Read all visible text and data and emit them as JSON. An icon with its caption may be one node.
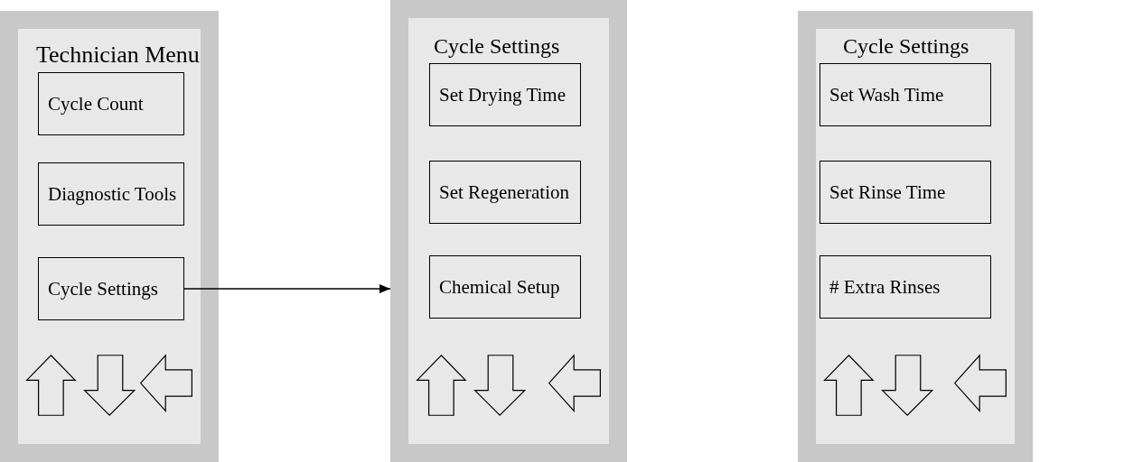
{
  "diagram": {
    "nodes": [
      {
        "text": [
          "Technician Menu"
        ]
      },
      {
        "text": [
          "Cycle Count"
        ],
        "in": 0
      },
      {
        "text": [
          "Diagnostic Tools"
        ],
        "in": 0
      },
      {
        "text": [
          "Cycle Settings"
        ],
        "in": 0
      },
      {
        "text": [
          "Cycle Settings"
        ]
      },
      {
        "text": [
          "Set Drying Time"
        ],
        "in": 4
      },
      {
        "text": [
          "Set Regeneration"
        ],
        "in": 4
      },
      {
        "text": [
          "Chemical Setup"
        ],
        "in": 4
      },
      {
        "text": [
          "Cycle Settings"
        ]
      },
      {
        "text": [
          "Set Wash Time"
        ],
        "in": 8
      },
      {
        "text": [
          "Set Rinse Time"
        ],
        "in": 8
      },
      {
        "text": [
          "# Extra Rinses"
        ],
        "in": 8
      }
    ],
    "edges": [
      {
        "from": 3,
        "to": 4,
        "arrow": "to"
      }
    ]
  }
}
